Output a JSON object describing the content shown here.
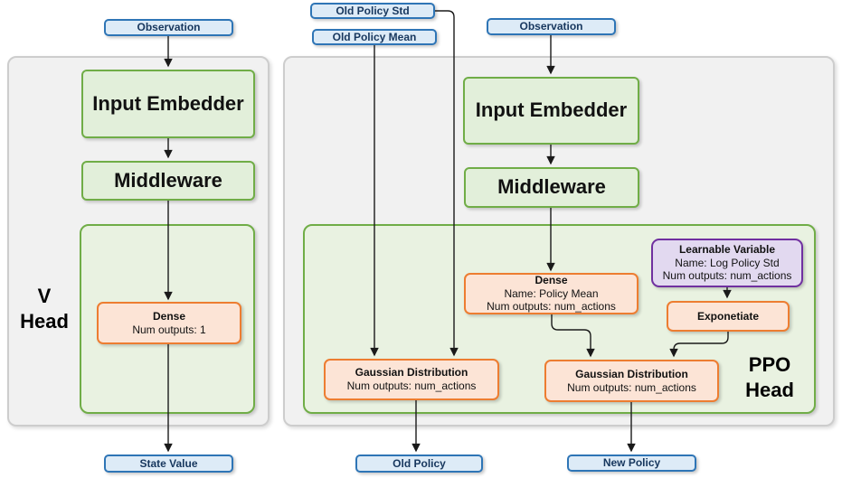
{
  "colors": {
    "panel_fill": "#F1F1F1",
    "panel_border": "#CDCDCD",
    "green_fill": "#E2EFDA",
    "green_border": "#70AD47",
    "inner_panel_fill": "#E9F2E1",
    "orange_fill": "#FCE4D6",
    "orange_border": "#ED7D31",
    "blue_fill": "#DDEBF7",
    "blue_border": "#2E75B6",
    "blue_text": "#17375E",
    "purple_fill": "#E2D9F0",
    "purple_border": "#7030A0",
    "arrow": "#1A1A1A"
  },
  "v_head": {
    "label_line1": "V",
    "label_line2": "Head",
    "observation": "Observation",
    "input_embedder": "Input Embedder",
    "middleware": "Middleware",
    "dense": {
      "title": "Dense",
      "line2": "Num outputs: 1"
    },
    "state_value": "State Value"
  },
  "ppo_head": {
    "label_line1": "PPO",
    "label_line2": "Head",
    "old_policy_std": "Old Policy Std",
    "old_policy_mean": "Old Policy Mean",
    "observation": "Observation",
    "input_embedder": "Input Embedder",
    "middleware": "Middleware",
    "dense": {
      "title": "Dense",
      "line2": "Name: Policy Mean",
      "line3": "Num outputs: num_actions"
    },
    "learnable_variable": {
      "title": "Learnable Variable",
      "line2": "Name: Log Policy Std",
      "line3": "Num outputs: num_actions"
    },
    "exponetiate": "Exponetiate",
    "gaussian_old": {
      "title": "Gaussian Distribution",
      "line2": "Num outputs: num_actions"
    },
    "gaussian_new": {
      "title": "Gaussian Distribution",
      "line2": "Num outputs: num_actions"
    },
    "old_policy": "Old Policy",
    "new_policy": "New Policy"
  }
}
